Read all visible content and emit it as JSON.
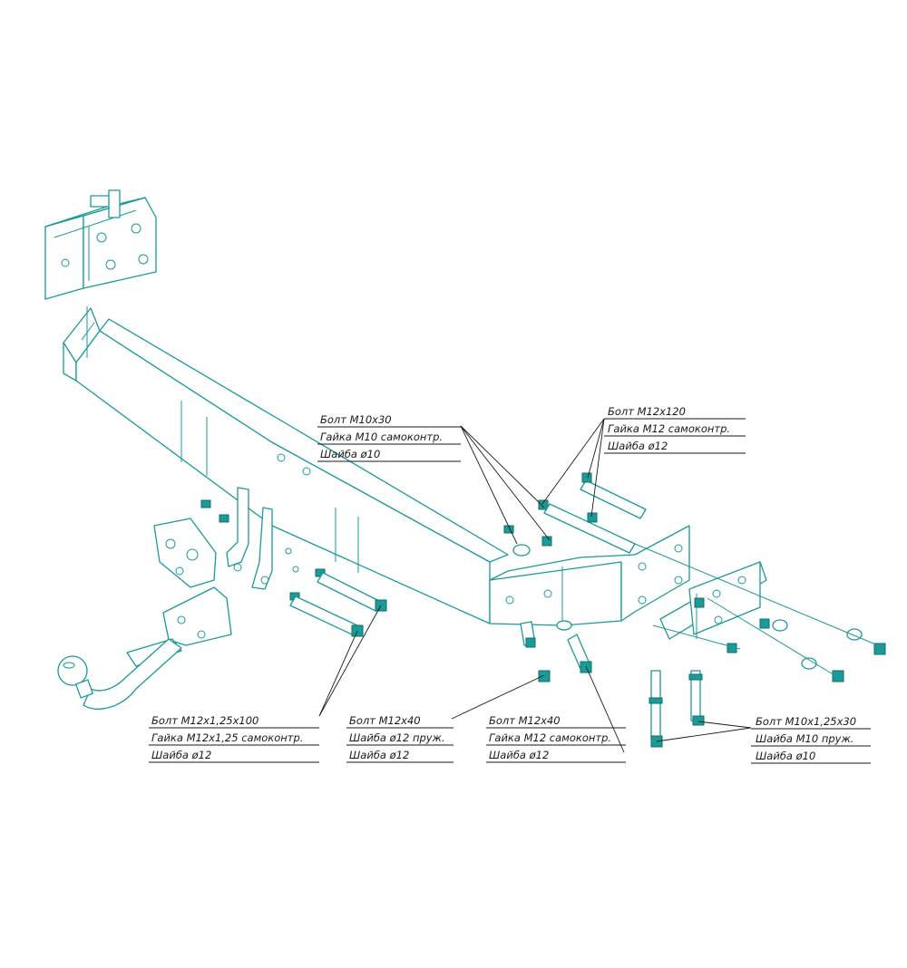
{
  "colors": {
    "line": "#1c9a98",
    "text": "#1a1a1a",
    "background": "#ffffff"
  },
  "callouts": {
    "top_center": [
      "Болт М10х30",
      "Гайка М10 самоконтр.",
      "Шайба ø10"
    ],
    "top_right": [
      "Болт М12х120",
      "Гайка М12 самоконтр.",
      "Шайба ø12"
    ],
    "bottom_left": [
      "Болт М12х1,25х100",
      "Гайка М12х1,25 самоконтр.",
      "Шайба ø12"
    ],
    "bottom_mid_left": [
      "Болт М12х40",
      "Шайба ø12 пруж.",
      "Шайба ø12"
    ],
    "bottom_mid_right": [
      "Болт М12х40",
      "Гайка М12 самоконтр.",
      "Шайба ø12"
    ],
    "bottom_right": [
      "Болт М10х1,25х30",
      "Шайба М10 пруж.",
      "Шайба ø10"
    ]
  }
}
